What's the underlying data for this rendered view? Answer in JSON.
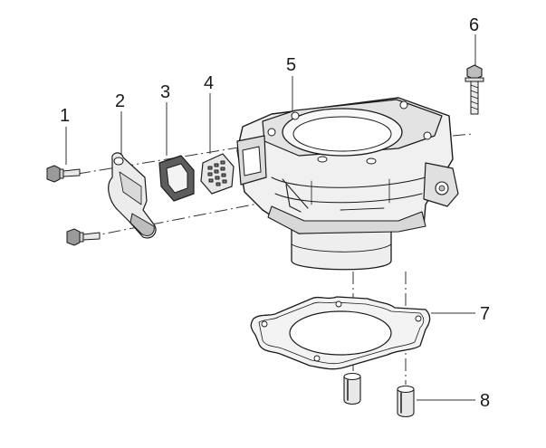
{
  "diagram": {
    "callouts": [
      {
        "number": "1",
        "part": "bolt"
      },
      {
        "number": "2",
        "part": "coolant-outlet-fitting"
      },
      {
        "number": "3",
        "part": "gasket"
      },
      {
        "number": "4",
        "part": "reed-valve-or-screen"
      },
      {
        "number": "5",
        "part": "cylinder"
      },
      {
        "number": "6",
        "part": "flange-bolt"
      },
      {
        "number": "7",
        "part": "cylinder-base-gasket"
      },
      {
        "number": "8",
        "part": "dowel-pin"
      }
    ],
    "colors": {
      "line": "#1b1b1b",
      "part_fill": "#f2f2f2",
      "shade": "#c9c9c9",
      "dark": "#4a4a4a"
    }
  }
}
